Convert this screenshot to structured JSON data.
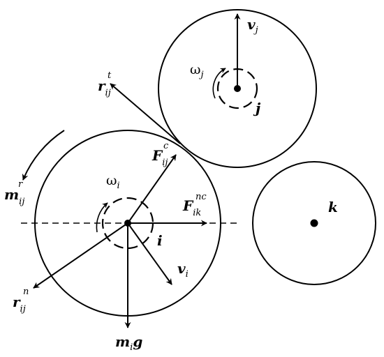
{
  "particles": {
    "i": {
      "label": "i"
    },
    "j": {
      "label": "j"
    },
    "k": {
      "label": "k"
    }
  },
  "labels": {
    "v_j": {
      "base": "v",
      "sub": "j"
    },
    "omega_j": {
      "base": "ω",
      "sub": "j"
    },
    "r_t": {
      "base": "r",
      "sub": "ij",
      "sup": "t"
    },
    "F_c": {
      "base": "F",
      "sub": "ij",
      "sup": "c"
    },
    "m_r": {
      "base": "m",
      "sub": "ij",
      "sup": "r"
    },
    "omega_i": {
      "base": "ω",
      "sub": "i"
    },
    "F_nc": {
      "base": "F",
      "sub": "ik",
      "sup": "nc"
    },
    "v_i": {
      "base": "v",
      "sub": "i"
    },
    "r_n": {
      "base": "r",
      "sub": "ij",
      "sup": "n"
    },
    "m_g": {
      "base": "m",
      "sub": "i",
      "tail": "g"
    }
  }
}
